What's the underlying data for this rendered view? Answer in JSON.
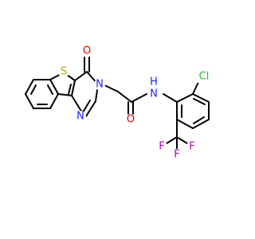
{
  "colors": {
    "background": "#ffffff",
    "bond": "#000000",
    "S": "#b8a000",
    "O": "#e00000",
    "N": "#2020ff",
    "NH": "#2020ff",
    "Cl": "#19c019",
    "F": "#b000b0"
  },
  "labels": {
    "S": "S",
    "O1": "O",
    "N1": "N",
    "N2": "N",
    "O2": "O",
    "NH": "N",
    "H": "H",
    "Cl": "Cl",
    "F1": "F",
    "F2": "F",
    "F3": "F"
  }
}
